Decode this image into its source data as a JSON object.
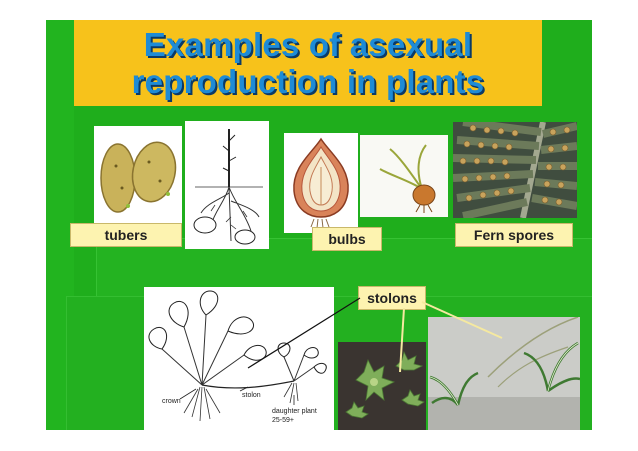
{
  "slide": {
    "title_line1": "Examples of asexual",
    "title_line2": "reproduction in plants"
  },
  "labels": {
    "tubers": "tubers",
    "bulbs": "bulbs",
    "fern_spores": "Fern spores",
    "stolons": "stolons"
  },
  "diagram": {
    "crown": "crown",
    "stolon": "stolon",
    "daughter_plant_line1": "daughter plant",
    "daughter_plant_line2": "25-59+"
  },
  "colors": {
    "slide_green": "#1fae1c",
    "title_bg": "#f7c21b",
    "title_text": "#1e8bd6",
    "label_bg": "#fdf3b0"
  }
}
